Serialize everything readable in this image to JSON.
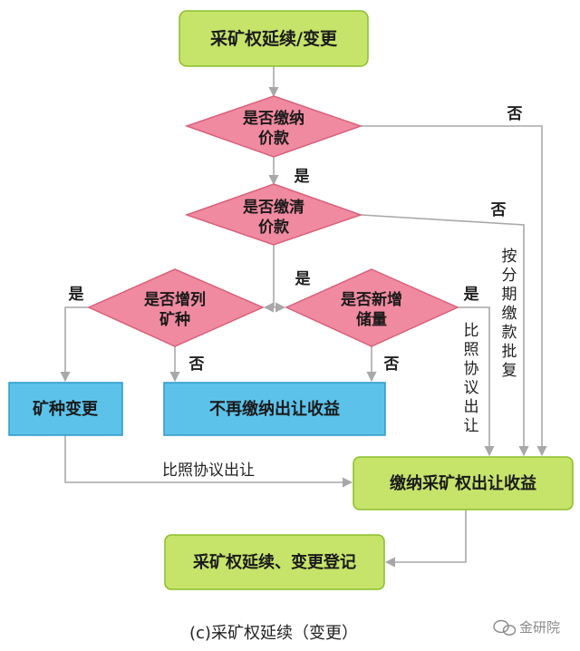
{
  "colors": {
    "green_fill": "#c6e36a",
    "green_stroke": "#8cbf2a",
    "pink_fill": "#f08aa0",
    "pink_stroke": "#d9607a",
    "blue_fill": "#5cc2ea",
    "blue_stroke": "#2e9ac6",
    "line": "#a8a8a8"
  },
  "nodes": {
    "start": "采矿权延续/变更",
    "decision1": [
      "是否缴纳",
      "价款"
    ],
    "decision2": [
      "是否缴清",
      "价款"
    ],
    "decision3": [
      "是否增列",
      "矿种"
    ],
    "decision4": [
      "是否新增",
      "储量"
    ],
    "change_mineral": "矿种变更",
    "no_more_payment": "不再缴纳出让收益",
    "pay_income": "缴纳采矿权出让收益",
    "register": "采矿权延续、变更登记"
  },
  "edge_labels": {
    "d1_yes": "是",
    "d1_no": "否",
    "d2_yes": "是",
    "d2_no": "否",
    "d3_yes": "是",
    "d3_no": "否",
    "d4_yes": "是",
    "d4_no": "否",
    "installment_vertical": "按分期缴款批复",
    "agreement_vertical": "比照协议出让",
    "agreement_horizontal": "比照协议出让"
  },
  "caption": "(c)采矿权延续（变更）",
  "watermark": "金研院"
}
